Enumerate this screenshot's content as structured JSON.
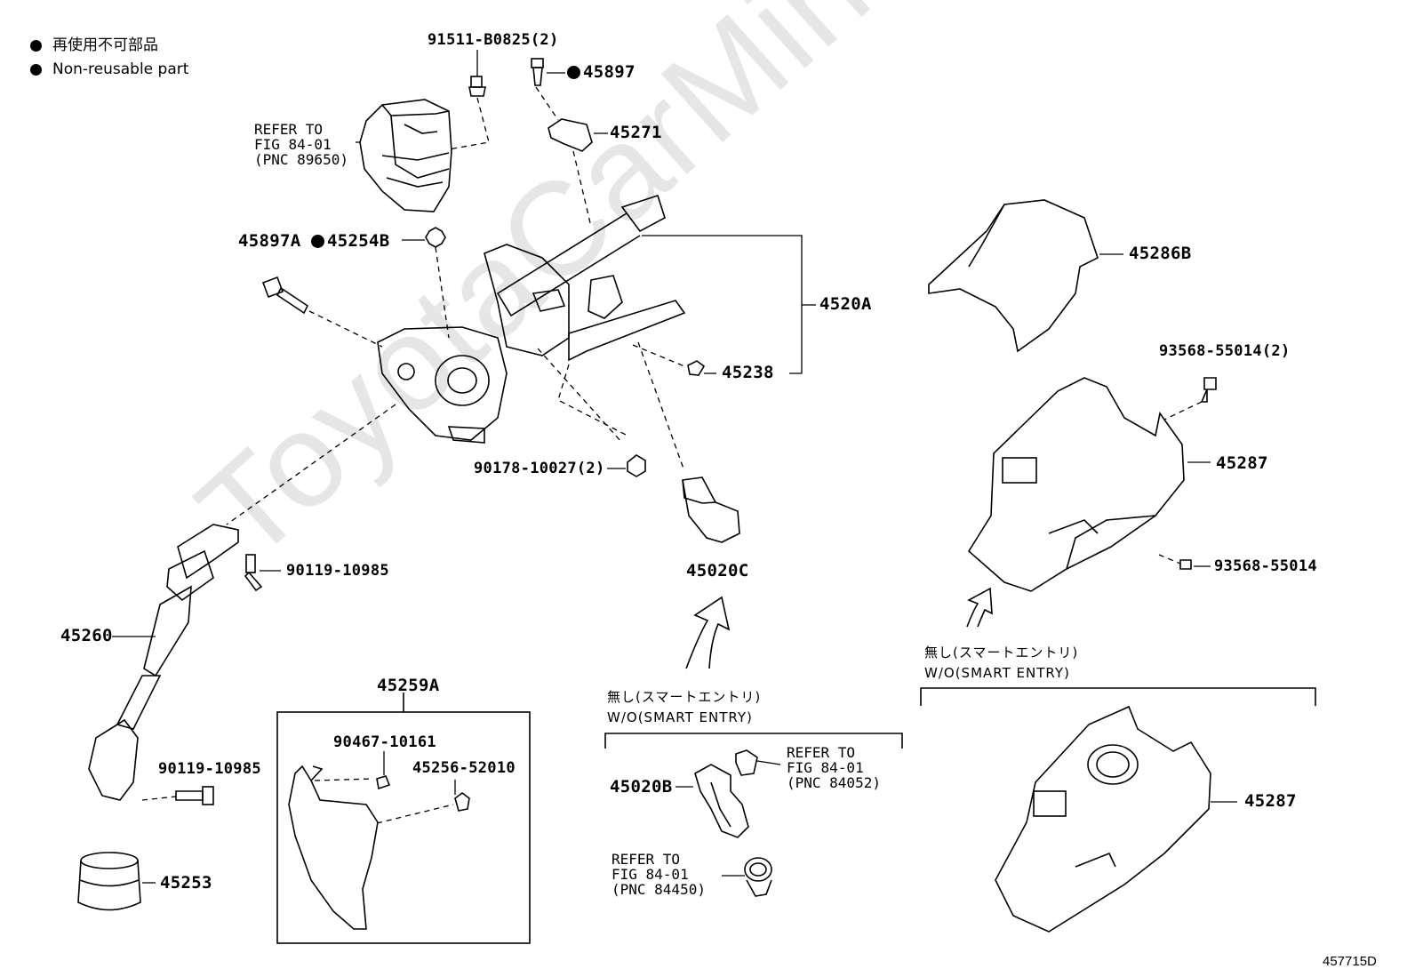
{
  "legend": {
    "jp": "再使用不可部品",
    "en": "Non-reusable part"
  },
  "watermark": "ToyotaCarMine.ru",
  "figure_id": "457715D",
  "parts": {
    "p91511": "91511-B0825(2)",
    "p45897": "45897",
    "p45271": "45271",
    "p45897a": "45897A",
    "p45254b": "45254B",
    "p4520a": "4520A",
    "p45238": "45238",
    "p90178": "90178-10027(2)",
    "p45286b": "45286B",
    "p93568_2": "93568-55014(2)",
    "p45287_top": "45287",
    "p93568": "93568-55014",
    "p90119_top": "90119-10985",
    "p45020c": "45020C",
    "p45260": "45260",
    "p45259a": "45259A",
    "p90467": "90467-10161",
    "p45256": "45256-52010",
    "p90119_bot": "90119-10985",
    "p45253": "45253",
    "p45020b": "45020B",
    "p45287_bot": "45287"
  },
  "refs": {
    "r89650": "REFER TO\nFIG 84-01\n(PNC 89650)",
    "r84052": "REFER TO\nFIG 84-01\n(PNC 84052)",
    "r84450": "REFER TO\nFIG 84-01\n(PNC 84450)"
  },
  "notes": {
    "n1_jp": "無し(スマートエントリ)",
    "n1_en": "W/O(SMART ENTRY)",
    "n2_jp": "無し(スマートエントリ)",
    "n2_en": "W/O(SMART ENTRY)"
  }
}
